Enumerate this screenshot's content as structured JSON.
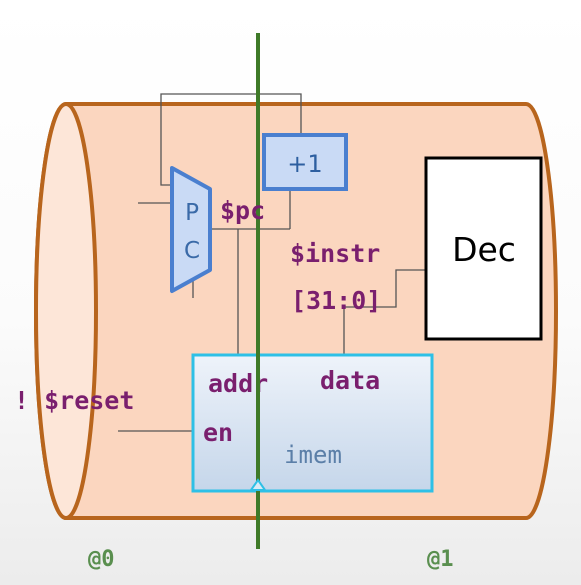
{
  "diagram": {
    "pc_label_top": "P",
    "pc_label_bottom": "C",
    "increment_label": "+1",
    "decoder_label": "Dec",
    "imem_label": "imem",
    "imem_addr_port": "addr",
    "imem_data_port": "data",
    "imem_en_port": "en",
    "signal_pc": "$pc",
    "signal_instr": "$instr",
    "signal_instr_range": "[31:0]",
    "signal_reset": "! $reset",
    "stage_0": "@0",
    "stage_1": "@1"
  },
  "colors": {
    "pipe_fill": "#fbd6bf",
    "pipe_stroke": "#b8651d",
    "stage_line": "#3f7a28",
    "unit_fill": "#c9daf5",
    "unit_stroke": "#4a7fcf",
    "imem_stroke": "#2ec0e6",
    "signal_text": "#7a1f6e"
  }
}
